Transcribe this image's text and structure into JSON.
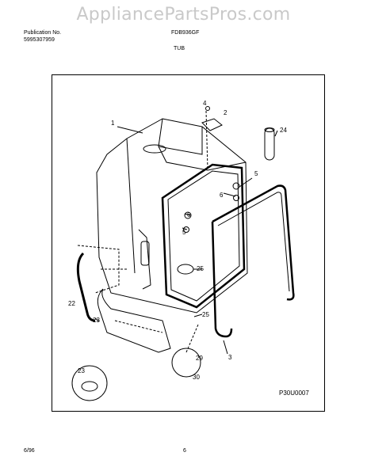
{
  "watermark": "AppliancePartsPros.com",
  "header": {
    "publication_label": "Publication No.",
    "publication_number": "5995307959",
    "model": "FDB936GF",
    "section": "TUB"
  },
  "callouts": [
    "1",
    "2",
    "3",
    "4",
    "5",
    "5",
    "6",
    "6",
    "22",
    "23",
    "23",
    "24",
    "25",
    "25",
    "29",
    "30"
  ],
  "figure_code": "P30U0007",
  "footer": {
    "date": "6/96",
    "page": "6"
  }
}
